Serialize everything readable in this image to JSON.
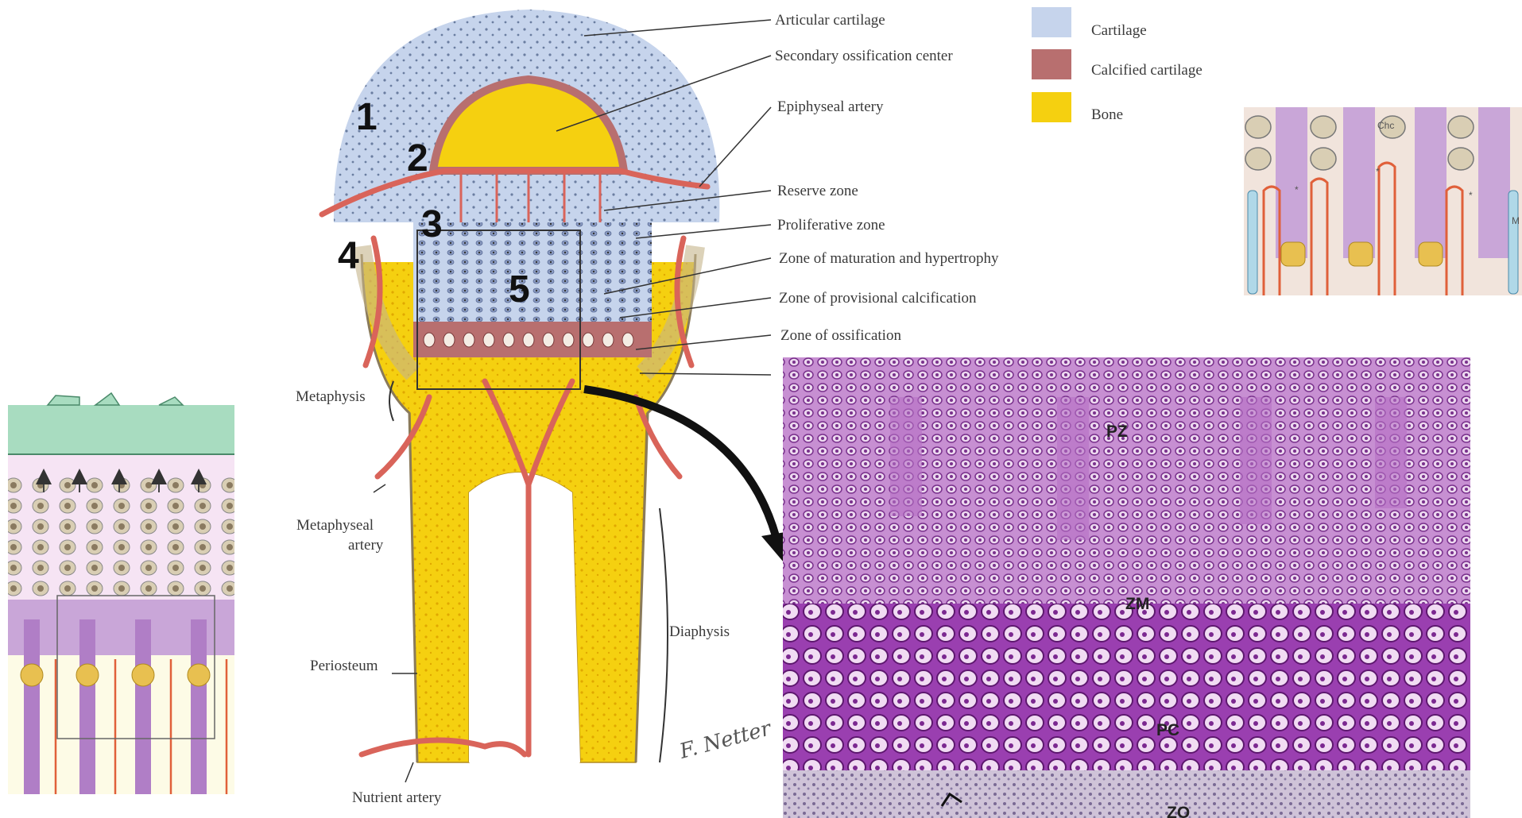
{
  "legend": [
    {
      "label": "Cartilage",
      "color": "#c6d4ec"
    },
    {
      "label": "Calcified cartilage",
      "color": "#b86f6f"
    },
    {
      "label": "Bone",
      "color": "#f5d010"
    }
  ],
  "labels": {
    "articular_cartilage": "Articular cartilage",
    "secondary_ossification_center": "Secondary ossification center",
    "epiphyseal_artery": "Epiphyseal artery",
    "reserve_zone": "Reserve  zone",
    "proliferative_zone": "Proliferative  zone",
    "zone_maturation": "Zone of maturation and hypertrophy",
    "zone_calcification": "Zone of provisional calcification",
    "zone_ossification": "Zone of ossification",
    "metaphysis": "Metaphysis",
    "metaphyseal_artery_1": "Metaphyseal",
    "metaphyseal_artery_2": "artery",
    "diaphysis": "Diaphysis",
    "periosteum": "Periosteum",
    "nutrient_artery": "Nutrient artery"
  },
  "numbers": [
    "1",
    "2",
    "3",
    "4",
    "5"
  ],
  "histology_labels": {
    "pz": "PZ",
    "zm": "ZM",
    "pc": "PC",
    "zo": "ZO"
  },
  "inset_labels": {
    "chc": "Chc",
    "m": "M",
    "star": "*"
  },
  "signature": "F. Netter"
}
